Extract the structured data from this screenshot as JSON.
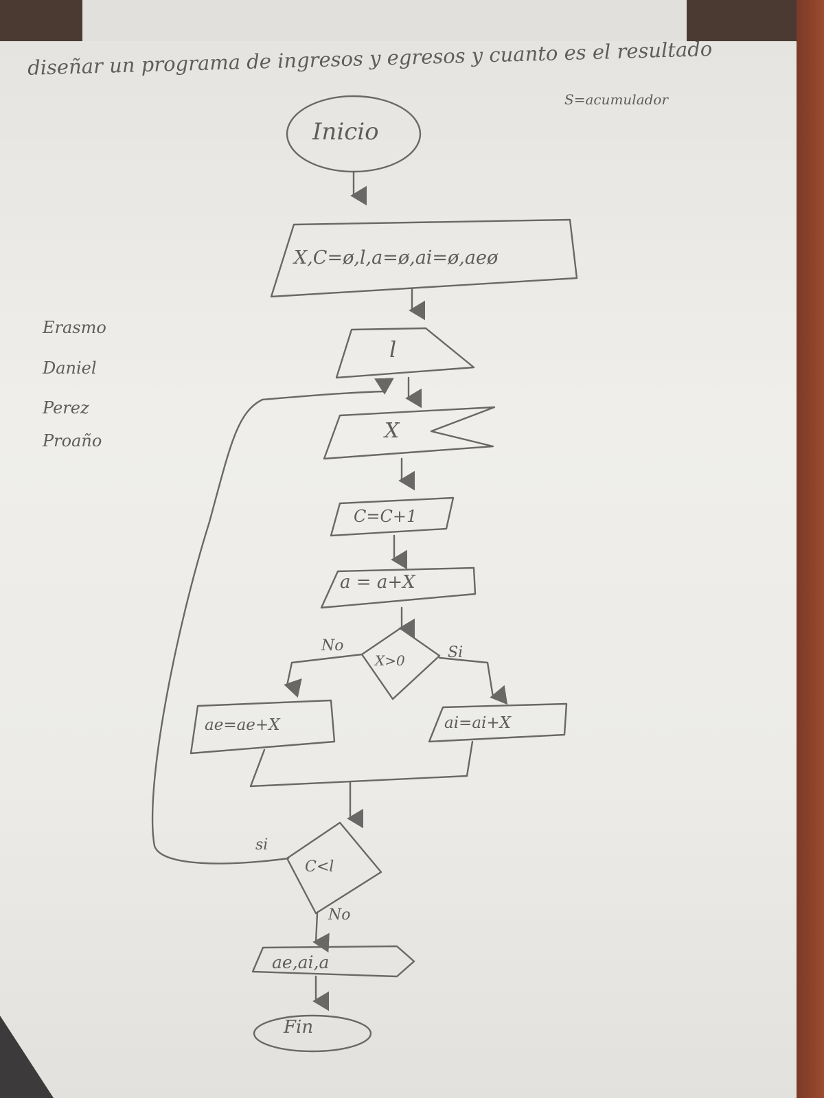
{
  "title": "diseñar un programa de ingresos y egresos y cuanto es el resultado",
  "note": "S=acumulador",
  "author": [
    "Erasmo",
    "Daniel",
    "Perez",
    "Proaño"
  ],
  "nodes": {
    "start": "Inicio",
    "init": "X,C=ø,l,a=ø,ai=ø,aeø",
    "input_l": "l",
    "input_x": "X",
    "counter": "C=C+1",
    "accumulate": "a = a+X",
    "decision1": "X>0",
    "decision1_no": "No",
    "decision1_yes": "Si",
    "egreso": "ae=ae+X",
    "ingreso": "ai=ai+X",
    "decision2": "C<l",
    "decision2_yes": "si",
    "decision2_no": "No",
    "output": "ae,ai,a",
    "end": "Fin"
  }
}
